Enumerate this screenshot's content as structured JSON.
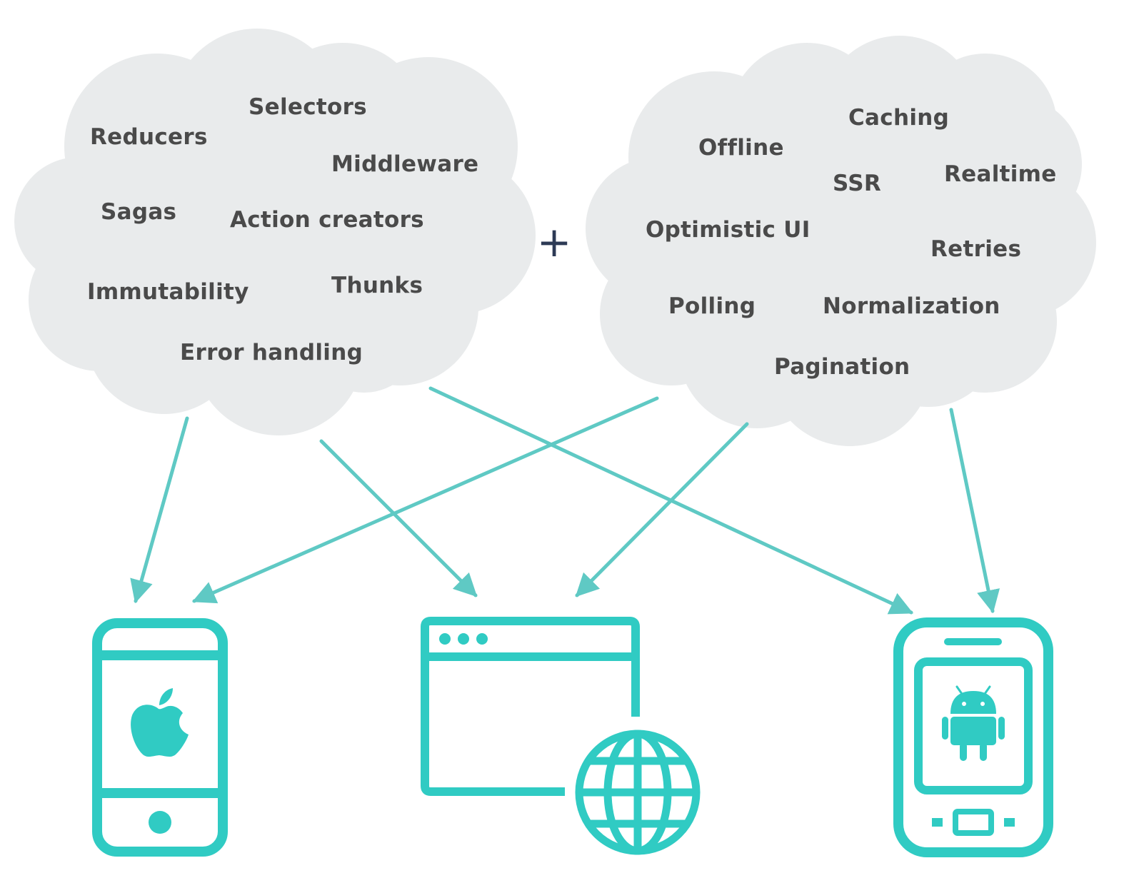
{
  "colors": {
    "cloud_fill": "#e9ebec",
    "term_text": "#4a4a4a",
    "accent": "#30cbc3",
    "arrow": "#5fc9c4",
    "plus": "#2d3a55"
  },
  "left_cloud": {
    "terms": [
      "Selectors",
      "Reducers",
      "Middleware",
      "Sagas",
      "Action creators",
      "Immutability",
      "Thunks",
      "Error handling"
    ]
  },
  "operator": "+",
  "right_cloud": {
    "terms": [
      "Caching",
      "Offline",
      "SSR",
      "Realtime",
      "Optimistic UI",
      "Retries",
      "Polling",
      "Normalization",
      "Pagination"
    ]
  },
  "platforms": [
    {
      "icon": "iphone-apple-icon"
    },
    {
      "icon": "web-browser-globe-icon"
    },
    {
      "icon": "android-phone-icon"
    }
  ]
}
